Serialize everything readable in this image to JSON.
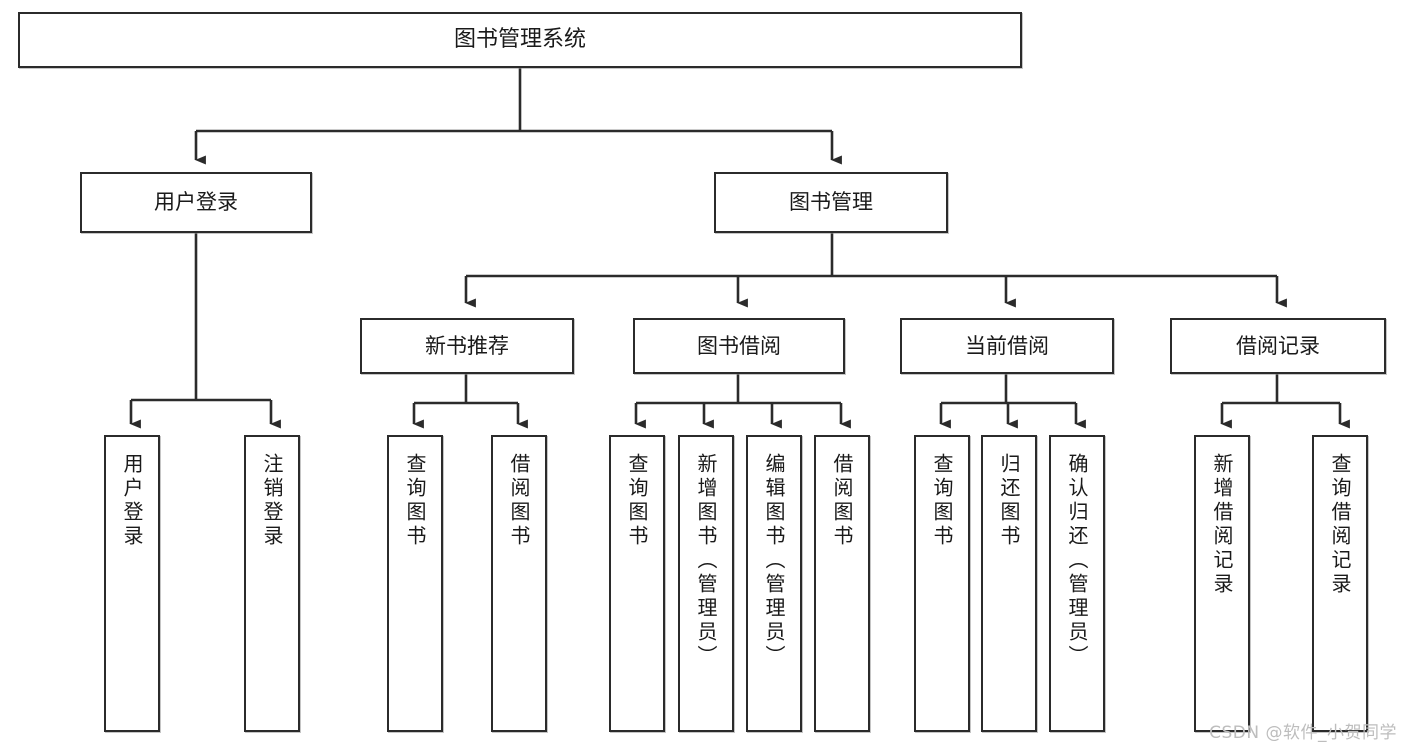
{
  "diagram": {
    "title": "图书管理系统",
    "type": "tree-structure-chart",
    "watermark": "CSDN @软件_小贺同学",
    "line_color": "#2b2b2b",
    "box_fill": "#ffffff",
    "text_color": "#1a1a1a"
  },
  "nodes": {
    "root": {
      "label": "图书管理系统"
    },
    "level2": [
      {
        "label": "用户登录"
      },
      {
        "label": "图书管理"
      }
    ],
    "level3": [
      {
        "label": "新书推荐"
      },
      {
        "label": "图书借阅"
      },
      {
        "label": "当前借阅"
      },
      {
        "label": "借阅记录"
      }
    ],
    "leaves_user_login": [
      {
        "label": "用户登录"
      },
      {
        "label": "注销登录"
      }
    ],
    "leaves_new_book": [
      {
        "label": "查询图书"
      },
      {
        "label": "借阅图书"
      }
    ],
    "leaves_borrow": [
      {
        "label": "查询图书"
      },
      {
        "label": "新增图书（管理员）"
      },
      {
        "label": "编辑图书（管理员）"
      },
      {
        "label": "借阅图书"
      }
    ],
    "leaves_current": [
      {
        "label": "查询图书"
      },
      {
        "label": "归还图书"
      },
      {
        "label": "确认归还（管理员）"
      }
    ],
    "leaves_records": [
      {
        "label": "新增借阅记录"
      },
      {
        "label": "查询借阅记录"
      }
    ]
  }
}
